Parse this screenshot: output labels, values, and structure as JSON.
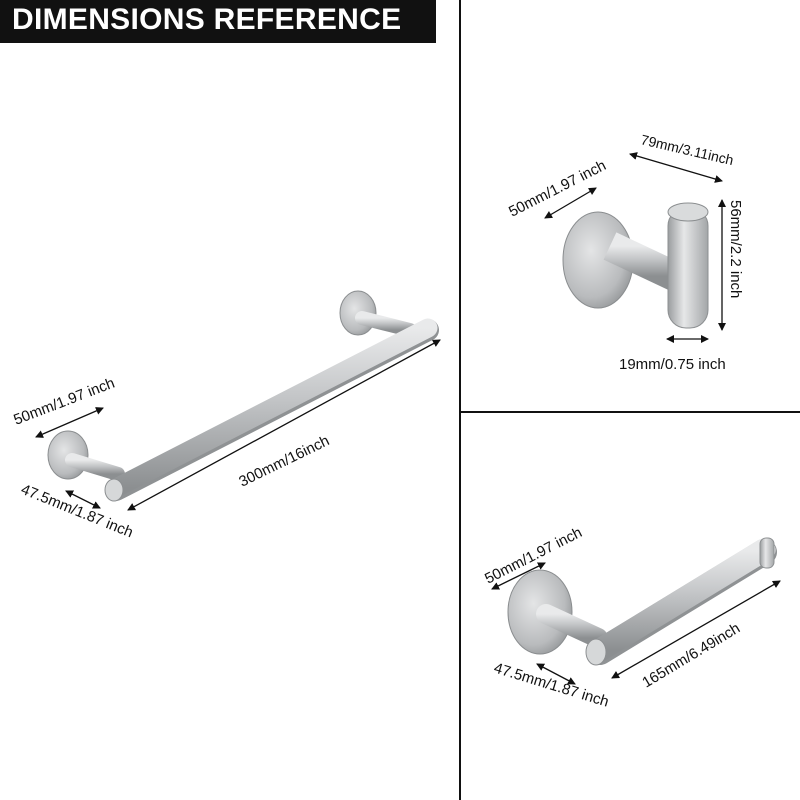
{
  "title": "DIMENSIONS REFERENCE",
  "colors": {
    "banner": "#111111",
    "banner_text": "#ffffff",
    "metal": "#c4c6c8",
    "metal_dark": "#8f9294"
  },
  "towel_bar": {
    "base_diameter": "50mm/1.97 inch",
    "projection": "47.5mm/1.87 inch",
    "length": "300mm/16inch"
  },
  "robe_hook": {
    "base_diameter": "50mm/1.97 inch",
    "projection": "79mm/3.11inch",
    "height": "56mm/2.2 inch",
    "hook_diameter": "19mm/0.75 inch"
  },
  "paper_holder": {
    "base_diameter": "50mm/1.97 inch",
    "projection": "47.5mm/1.87 inch",
    "length": "165mm/6.49inch"
  }
}
